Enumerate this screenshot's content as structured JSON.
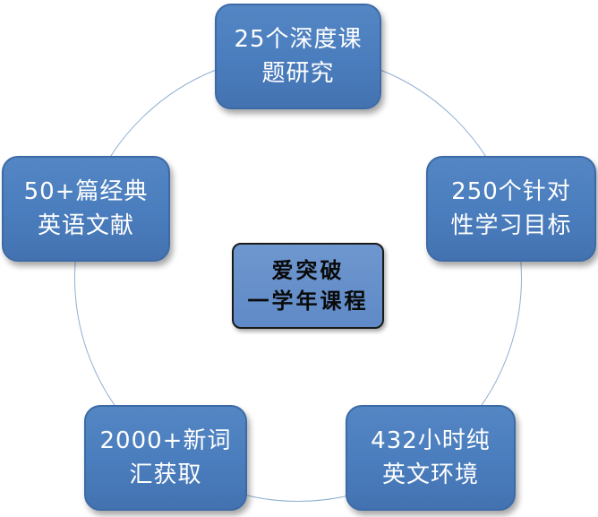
{
  "center": {
    "line1": "爱突破",
    "line2": "一学年课程"
  },
  "nodes": {
    "top": {
      "line1": "25个深度课",
      "line2": "题研究"
    },
    "right": {
      "line1": "250个针对",
      "line2": "性学习目标"
    },
    "left": {
      "line1": "50+篇经典",
      "line2": "英语文献"
    },
    "bottom_left": {
      "line1": "2000+新词",
      "line2": "汇获取"
    },
    "bottom_right": {
      "line1": "432小时纯",
      "line2": "英文环境"
    }
  },
  "colors": {
    "node_fill": "#4a7dbd",
    "center_fill": "#6a93cc",
    "ring": "#8fb0d2",
    "text": "#ffffff"
  }
}
